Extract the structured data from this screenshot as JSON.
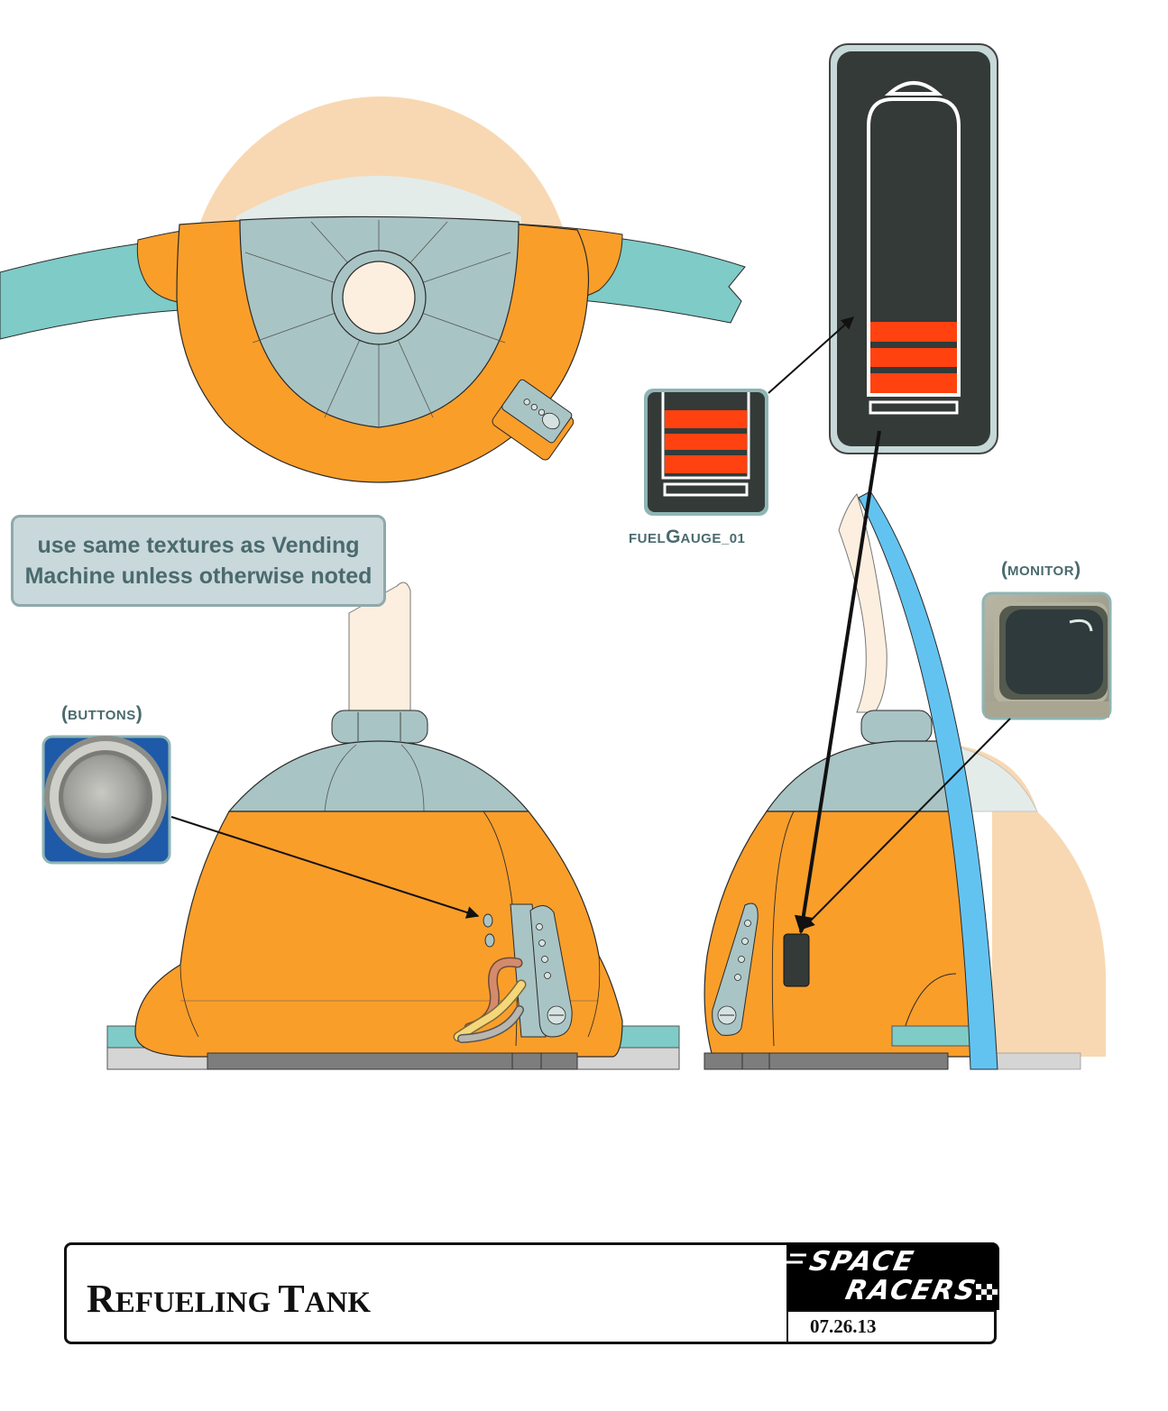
{
  "note": {
    "line1": "use same textures as Vending",
    "line2": "Machine unless otherwise noted"
  },
  "labels": {
    "fuel_gauge_a": "fuel",
    "fuel_gauge_b": "G",
    "fuel_gauge_c": "auge_01",
    "buttons_open": "(",
    "buttons_text": "buttons",
    "buttons_close": ")",
    "monitor_open": "(",
    "monitor_text": "monitor",
    "monitor_close": ")"
  },
  "title_block": {
    "title_cap1": "R",
    "title_rest1": "efueling ",
    "title_cap2": "T",
    "title_rest2": "ank",
    "logo_line1": "SPACE",
    "logo_line2": "RACERS",
    "date": "07.26.13"
  },
  "colors": {
    "orange": "#fa9e2a",
    "teal": "#7ecbc7",
    "gray_blue": "#a9c4c4",
    "cream": "#fcefdf",
    "peach": "#f8d8b2",
    "gauge_dark": "#343a38",
    "gauge_red": "#ff4210",
    "blue_pipe": "#62c3f1"
  }
}
